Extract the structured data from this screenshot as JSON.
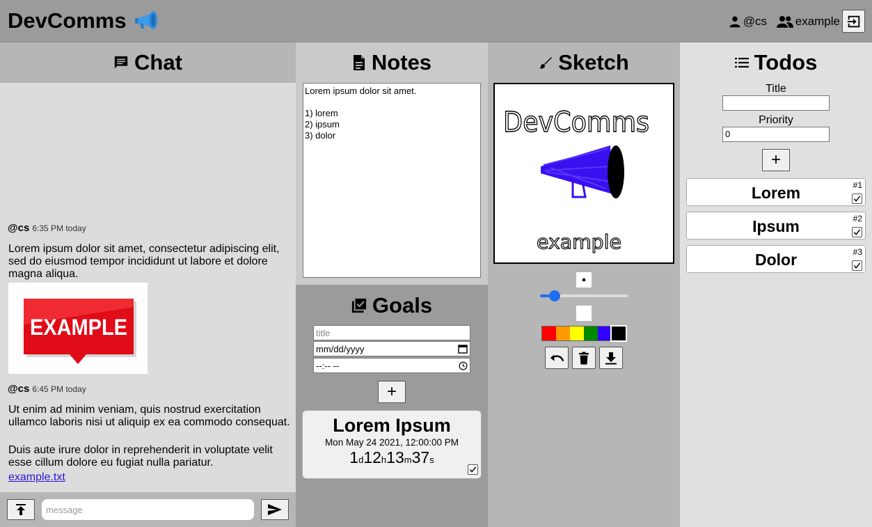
{
  "header": {
    "app_title": "DevComms",
    "username": "@cs",
    "room": "example"
  },
  "chat": {
    "title": "Chat",
    "messages": [
      {
        "author": "@cs",
        "time": "6:35 PM today",
        "text": "Lorem ipsum dolor sit amet, consectetur adipiscing elit, sed do eiusmod tempor incididunt ut labore et dolore magna aliqua.",
        "image_text": "EXAMPLE"
      },
      {
        "author": "@cs",
        "time": "6:45 PM today",
        "text": "Ut enim ad minim veniam, quis nostrud exercitation ullamco laboris nisi ut aliquip ex ea commodo consequat.",
        "text2": "Duis aute irure dolor in reprehenderit in voluptate velit esse cillum dolore eu fugiat nulla pariatur.",
        "file": "example.txt"
      }
    ],
    "input_placeholder": "message"
  },
  "notes": {
    "title": "Notes",
    "content": "Lorem ipsum dolor sit amet.\n\n1) lorem\n2) ipsum\n3) dolor"
  },
  "goals": {
    "title": "Goals",
    "title_placeholder": "title",
    "date_placeholder": "mm/dd/yyyy",
    "time_placeholder": "--:-- --",
    "add_label": "+",
    "items": [
      {
        "title": "Lorem Ipsum",
        "date": "Mon May 24 2021, 12:00:00 PM",
        "countdown": {
          "d": "1",
          "h": "12",
          "m": "13",
          "s": "37"
        },
        "countdown_units": {
          "d": "d",
          "h": "h",
          "m": "m",
          "s": "s"
        },
        "done": true
      }
    ]
  },
  "sketch": {
    "title": "Sketch",
    "canvas_text_1": "DevComms",
    "canvas_text_2": "example",
    "brush_size": 0.12,
    "palette": [
      "#ff0000",
      "#ff9900",
      "#ffff00",
      "#008800",
      "#3300ff",
      "#000000"
    ]
  },
  "todos": {
    "title": "Todos",
    "title_label": "Title",
    "priority_label": "Priority",
    "priority_value": "0",
    "add_label": "+",
    "items": [
      {
        "title": "Lorem",
        "priority": "#1",
        "done": true
      },
      {
        "title": "Ipsum",
        "priority": "#2",
        "done": true
      },
      {
        "title": "Dolor",
        "priority": "#3",
        "done": true
      }
    ]
  },
  "icons": {
    "megaphone": "megaphone-icon",
    "user": "user-icon",
    "group": "group-icon",
    "logout": "logout-icon",
    "chat": "chat-icon",
    "notes": "document-icon",
    "sketch": "brush-icon",
    "goals": "goals-icon",
    "todos": "list-icon",
    "upload": "upload-icon",
    "send": "send-icon",
    "undo": "undo-icon",
    "trash": "trash-icon",
    "download": "download-icon"
  },
  "colors": {
    "link": "#2a15d8",
    "slider": "#1f6ef0",
    "megaphone": "#2b8de0"
  }
}
